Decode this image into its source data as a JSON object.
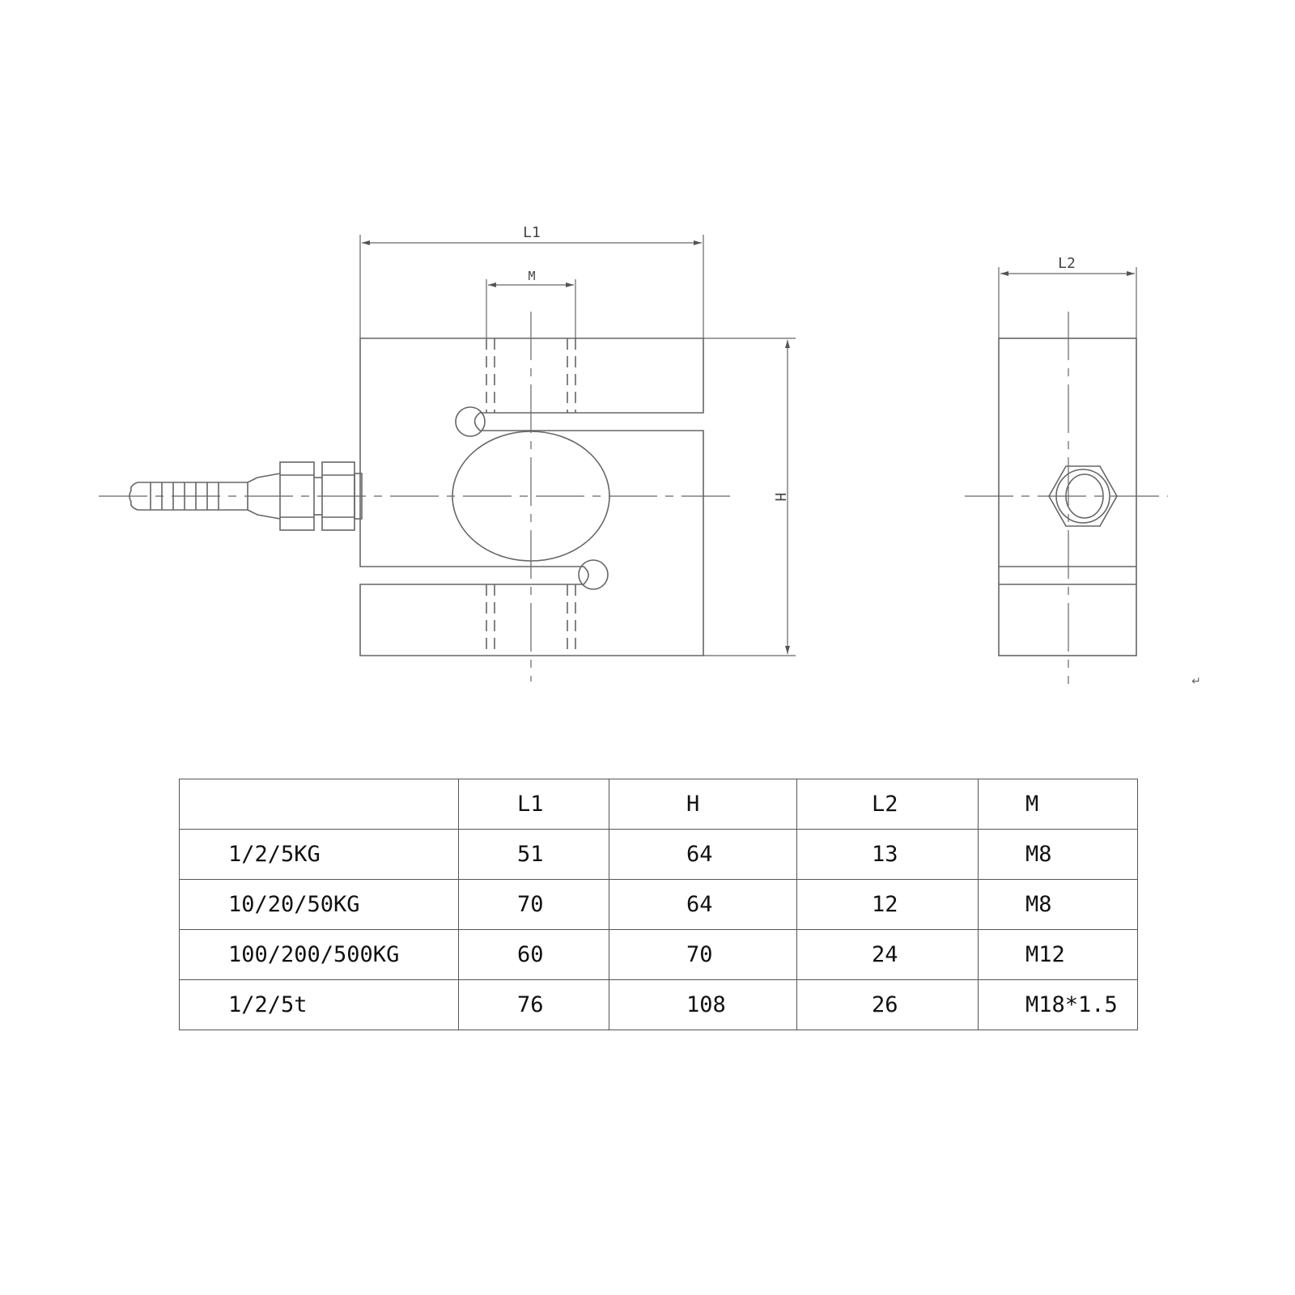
{
  "drawing": {
    "front_view": {
      "dim_width_label": "L1",
      "dim_thread_label": "M",
      "dim_height_label": "H"
    },
    "side_view": {
      "dim_width_label": "L2"
    },
    "paragraph_mark": "↵"
  },
  "table": {
    "headers": [
      "",
      "L1",
      "H",
      "L2",
      "M"
    ],
    "rows": [
      {
        "model": "1/2/5KG",
        "l1": "51",
        "h": "64",
        "l2": "13",
        "m": "M8"
      },
      {
        "model": "10/20/50KG",
        "l1": "70",
        "h": "64",
        "l2": "12",
        "m": "M8"
      },
      {
        "model": "100/200/500KG",
        "l1": "60",
        "h": "70",
        "l2": "24",
        "m": "M12"
      },
      {
        "model": "1/2/5t",
        "l1": "76",
        "h": "108",
        "l2": "26",
        "m": "M18*1.5"
      }
    ]
  }
}
